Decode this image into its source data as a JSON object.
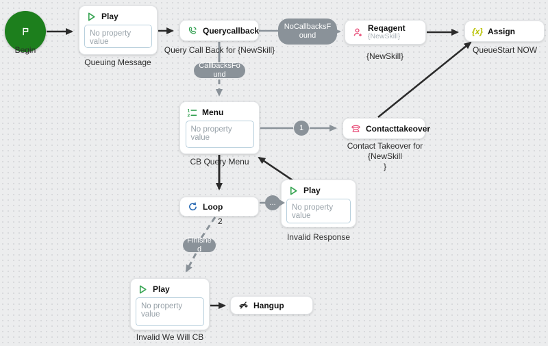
{
  "flow": {
    "begin": {
      "label": "Begin"
    },
    "queuing_play": {
      "title": "Play",
      "placeholder": "No property value",
      "caption": "Queuing Message"
    },
    "querycallback": {
      "title": "Querycallback",
      "caption": "Query Call Back for {NewSkill}"
    },
    "reqagent": {
      "title": "Reqagent",
      "subtitle": "{NewSkill}",
      "caption": "{NewSkill}"
    },
    "assign": {
      "title": "Assign",
      "glyph": "{x}",
      "caption": "QueueStart NOW"
    },
    "menu": {
      "title": "Menu",
      "placeholder": "No property value",
      "caption": "CB Query Menu"
    },
    "contacttakeover": {
      "title": "Contacttakeover",
      "caption": "Contact Takeover for {NewSkill\n}"
    },
    "loop": {
      "title": "Loop"
    },
    "invalid_response_play": {
      "title": "Play",
      "placeholder": "No property value",
      "caption": "Invalid Response"
    },
    "invalid_cb_play": {
      "title": "Play",
      "placeholder": "No property value",
      "caption": "Invalid We Will CB"
    },
    "hangup": {
      "title": "Hangup"
    }
  },
  "connectors": {
    "no_callbacks_found": "NoCallbacksFound",
    "callbacks_found": "CallbacksFound",
    "menu_branch_1": "1",
    "loop_branch_dots": "...",
    "loop_count": "2",
    "finished": "Finished"
  },
  "colors": {
    "begin_green": "#1d7f1d",
    "icon_green": "#2f9e4e",
    "icon_pink": "#e84b77",
    "icon_blue": "#2e6db4",
    "assign_yellow": "#b9c200",
    "badge_gray": "#8a9299",
    "arrow_black": "#2b2b2b",
    "arrow_gray": "#8a9299"
  }
}
